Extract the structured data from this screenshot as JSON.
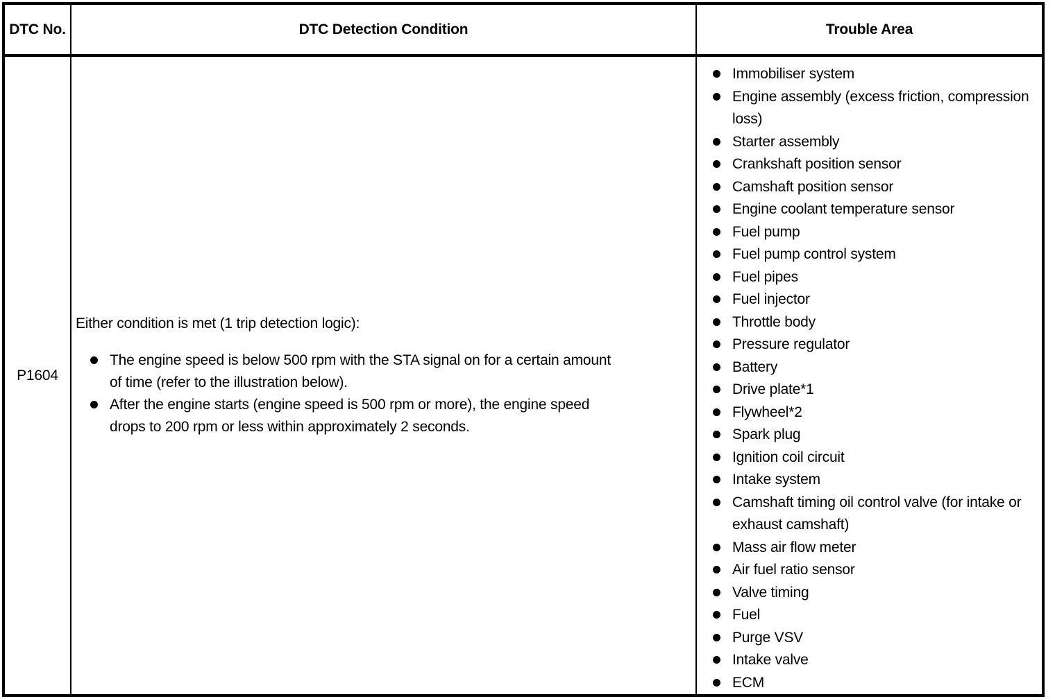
{
  "table": {
    "headers": {
      "dtc_no": "DTC No.",
      "detection_condition": "DTC Detection Condition",
      "trouble_area": "Trouble Area"
    },
    "row": {
      "dtc_no": "P1604",
      "condition_intro": "Either condition is met (1 trip detection logic):",
      "conditions": [
        "The engine speed is below 500 rpm with the STA signal on for a certain amount of time (refer to the illustration below).",
        "After the engine starts (engine speed is 500 rpm or more), the engine speed drops to 200 rpm or less within approximately 2 seconds."
      ],
      "trouble_areas": [
        "Immobiliser system",
        "Engine assembly (excess friction, compression loss)",
        "Starter assembly",
        "Crankshaft position sensor",
        "Camshaft position sensor",
        "Engine coolant temperature sensor",
        "Fuel pump",
        "Fuel pump control system",
        "Fuel pipes",
        "Fuel injector",
        "Throttle body",
        "Pressure regulator",
        "Battery",
        "Drive plate*1",
        "Flywheel*2",
        "Spark plug",
        "Ignition coil circuit",
        "Intake system",
        "Camshaft timing oil control valve (for intake or exhaust camshaft)",
        "Mass air flow meter",
        "Air fuel ratio sensor",
        "Valve timing",
        "Fuel",
        "Purge VSV",
        "Intake valve",
        "ECM"
      ]
    }
  },
  "colors": {
    "background": "#ffffff",
    "border": "#000000",
    "text": "#000000"
  }
}
